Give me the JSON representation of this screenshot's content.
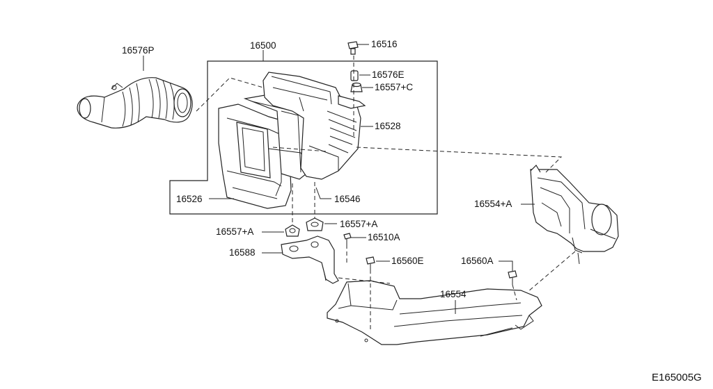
{
  "diagram_code": "E165005G",
  "callouts": {
    "p16576P": "16576P",
    "p16500": "16500",
    "p16516": "16516",
    "p16576E": "16576E",
    "p16557C": "16557+C",
    "p16528": "16528",
    "p16526": "16526",
    "p16546": "16546",
    "p16554A": "16554+A",
    "p16557A_left": "16557+A",
    "p16557A_right": "16557+A",
    "p16510A": "16510A",
    "p16588": "16588",
    "p16560E": "16560E",
    "p16560A": "16560A",
    "p16554": "16554"
  }
}
